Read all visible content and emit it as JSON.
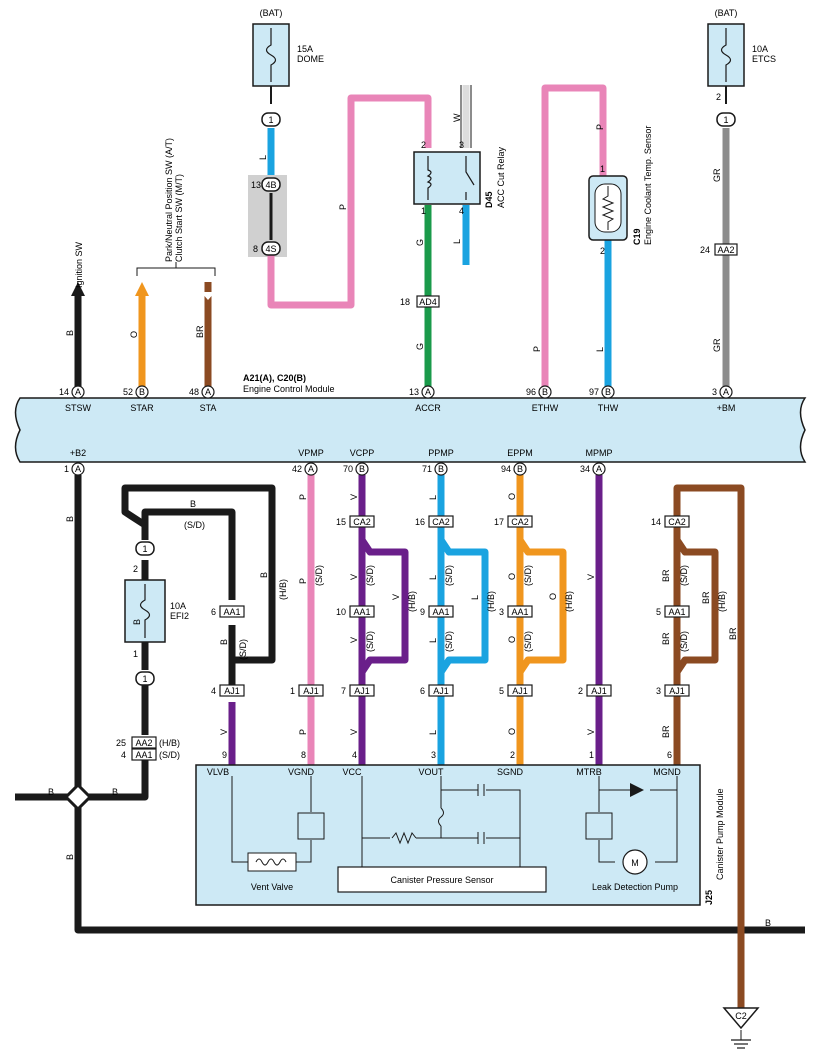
{
  "colors": {
    "black": "#1a1a1a",
    "pink": "#e985b8",
    "blue": "#1aa3e0",
    "green": "#1a9a4a",
    "orange": "#f0961e",
    "brown": "#8b4a22",
    "gray": "#8c8c8c",
    "violet": "#6a1f8a",
    "module": "#cde9f5"
  },
  "fuses": {
    "dome": {
      "supply": "(BAT)",
      "rating": "15A",
      "name": "DOME"
    },
    "etcs": {
      "supply": "(BAT)",
      "rating": "10A",
      "name": "ETCS",
      "pin": "2"
    },
    "efi2": {
      "rating": "10A",
      "name": "EFI2",
      "pin_top": "2",
      "pin_bottom": "1"
    }
  },
  "ecm": {
    "name": "A21(A), C20(B)",
    "desc": "Engine Control Module",
    "top_pins": [
      {
        "num": "14",
        "conn": "A",
        "term": "STSW"
      },
      {
        "num": "52",
        "conn": "B",
        "term": "STAR"
      },
      {
        "num": "48",
        "conn": "A",
        "term": "STA"
      },
      {
        "num": "13",
        "conn": "A",
        "term": "ACCR"
      },
      {
        "num": "96",
        "conn": "B",
        "term": "ETHW"
      },
      {
        "num": "97",
        "conn": "B",
        "term": "THW"
      },
      {
        "num": "3",
        "conn": "A",
        "term": "+BM"
      }
    ],
    "bottom_pins": [
      {
        "num": "1",
        "conn": "A",
        "term": "+B2"
      },
      {
        "num": "42",
        "conn": "A",
        "term": "VPMP"
      },
      {
        "num": "70",
        "conn": "B",
        "term": "VCPP"
      },
      {
        "num": "71",
        "conn": "B",
        "term": "PPMP"
      },
      {
        "num": "94",
        "conn": "B",
        "term": "EPPM"
      },
      {
        "num": "34",
        "conn": "A",
        "term": "MPMP"
      }
    ]
  },
  "top_labels": {
    "ignition": "Ignition SW",
    "pnp1": "Park/Neutral Position SW (A/T)",
    "pnp2": "Clutch Start SW (M/T)"
  },
  "relay": {
    "id": "D45",
    "name": "ACC Cut Relay",
    "p2": "2",
    "p3": "3",
    "p1": "1",
    "p4": "4"
  },
  "sensor": {
    "id": "C19",
    "name": "Engine Coolant Temp. Sensor",
    "p1": "1",
    "p2": "2"
  },
  "junction": {
    "top": "4B",
    "bottom": "4S",
    "top_num": "13",
    "bottom_num": "8"
  },
  "connectors": {
    "c1": "1",
    "ad4": "AD4",
    "ad4_num": "18",
    "aa2_r": "AA2",
    "aa2_r_num": "24",
    "ca2": "CA2",
    "aa1": "AA1",
    "aj1": "AJ1",
    "aa2": "AA2",
    "ca2_nums": [
      "15",
      "16",
      "17",
      "14"
    ],
    "aa1_nums": [
      "6",
      "10",
      "9",
      "3",
      "5"
    ],
    "aj1_nums": [
      "4",
      "1",
      "7",
      "6",
      "5",
      "2",
      "3"
    ],
    "aa2_l_num": "25",
    "aa1_l_num": "4",
    "hb": "(H/B)",
    "sd": "(S/D)"
  },
  "wire_codes": {
    "L": "L",
    "P": "P",
    "G": "G",
    "W": "W",
    "B": "B",
    "O": "O",
    "BR": "BR",
    "GR": "GR",
    "V": "V"
  },
  "canister": {
    "id": "J25",
    "name": "Canister Pump Module",
    "pins": [
      {
        "num": "9",
        "term": "VLVB"
      },
      {
        "num": "8",
        "term": "VGND"
      },
      {
        "num": "4",
        "term": "VCC"
      },
      {
        "num": "3",
        "term": "VOUT"
      },
      {
        "num": "2",
        "term": "SGND"
      },
      {
        "num": "1",
        "term": "MTRB"
      },
      {
        "num": "6",
        "term": "MGND"
      }
    ],
    "vent_valve": "Vent Valve",
    "pressure_sensor": "Canister Pressure Sensor",
    "leak_pump": "Leak Detection Pump",
    "motor": "M"
  },
  "ground": {
    "label": "C2"
  }
}
